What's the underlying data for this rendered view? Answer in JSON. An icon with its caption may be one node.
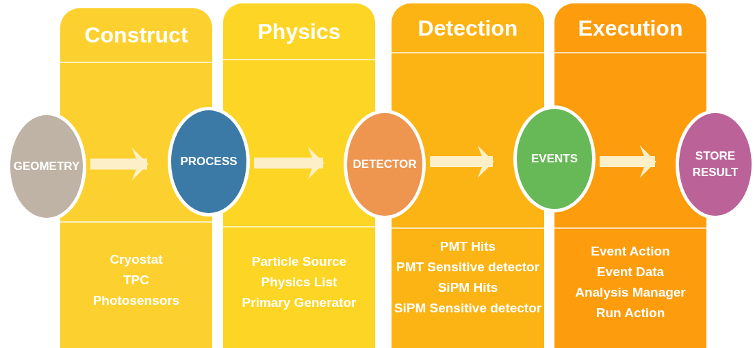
{
  "diagram": {
    "nodes": [
      {
        "text": [
          "Construct"
        ]
      },
      {
        "text": [
          "Cryostat",
          "TPC",
          "Photosensors"
        ]
      },
      {
        "text": [
          "Physics"
        ]
      },
      {
        "text": [
          "Particle Source",
          "Physics List",
          "Primary Generator"
        ]
      },
      {
        "text": [
          "Detection"
        ]
      },
      {
        "text": [
          "PMT Hits",
          "PMT Sensitive detector",
          "SiPM Hits",
          "SiPM Sensitive detector"
        ]
      },
      {
        "text": [
          "Execution"
        ]
      },
      {
        "text": [
          "Event Action",
          "Event Data",
          "Analysis Manager",
          "Run Action"
        ]
      },
      {
        "text": [
          "GEOMETRY"
        ]
      },
      {
        "text": [
          "PROCESS"
        ]
      },
      {
        "text": [
          "DETECTOR"
        ]
      },
      {
        "text": [
          "EVENTS"
        ]
      },
      {
        "text": [
          "STORE RESULT"
        ]
      }
    ],
    "edges": [
      {
        "from": 8,
        "to": 9,
        "arrow": "to"
      },
      {
        "from": 9,
        "to": 10,
        "arrow": "to"
      },
      {
        "from": 10,
        "to": 11,
        "arrow": "to"
      },
      {
        "from": 11,
        "to": 12,
        "arrow": "to"
      }
    ]
  }
}
